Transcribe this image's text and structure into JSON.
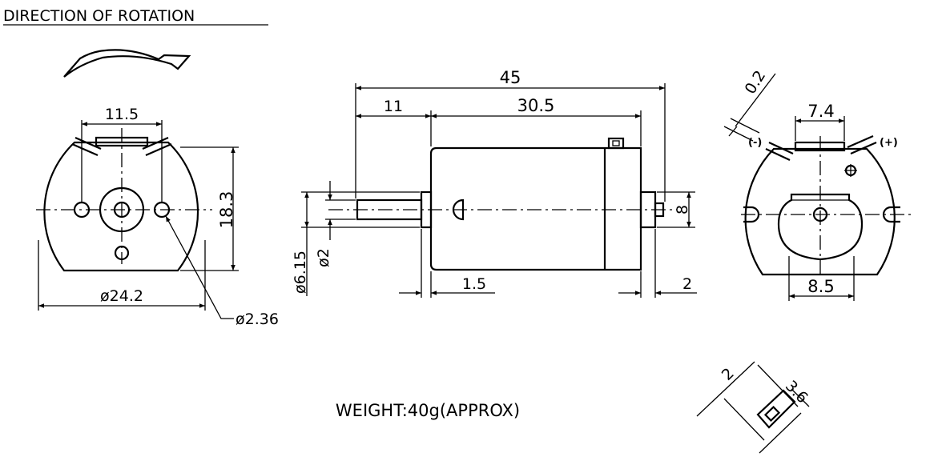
{
  "title": "DIRECTION OF ROTATION",
  "weight": "WEIGHT:40g(APPROX)",
  "front": {
    "d_holes_spacing": "11.5",
    "d_height": "18.3",
    "d_diameter": "ø24.2",
    "d_hole_diameter": "ø2.36"
  },
  "side": {
    "d_total": "45",
    "d_shaft": "11",
    "d_body": "30.5",
    "d_boss_thk": "1.5",
    "d_rear_boss": "2",
    "d_rear_dia": "8",
    "d_shaft_dia": "ø2",
    "d_boss_dia": "ø6.15"
  },
  "rear": {
    "d_thickness": "0.2",
    "d_top": "7.4",
    "d_bottom": "8.5",
    "neg": "(-)",
    "pos": "(+)"
  },
  "terminal": {
    "d_width": "2",
    "d_length": "3.6"
  }
}
